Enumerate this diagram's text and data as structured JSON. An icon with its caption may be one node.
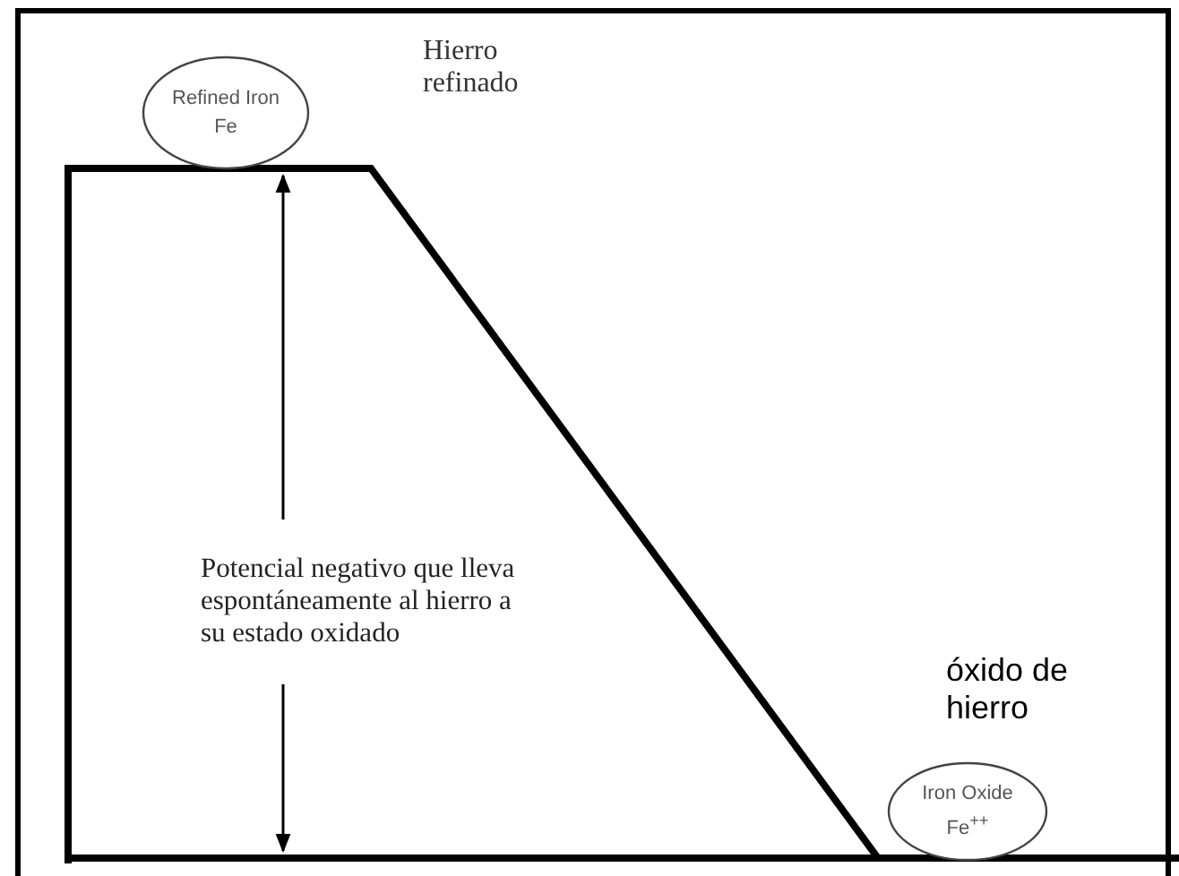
{
  "diagram": {
    "nodes": [
      {
        "text": [
          "Refined Iron",
          "Fe"
        ],
        "beside": [
          "Hierro refinado"
        ]
      },
      {
        "text": [
          "Iron Oxide",
          "Fe$^{++}$"
        ],
        "beside": [
          "óxido de hierro"
        ]
      }
    ],
    "labels": [
      "Potencial negativo que lleva espontáneamente al hierro a su estado oxidado"
    ]
  }
}
